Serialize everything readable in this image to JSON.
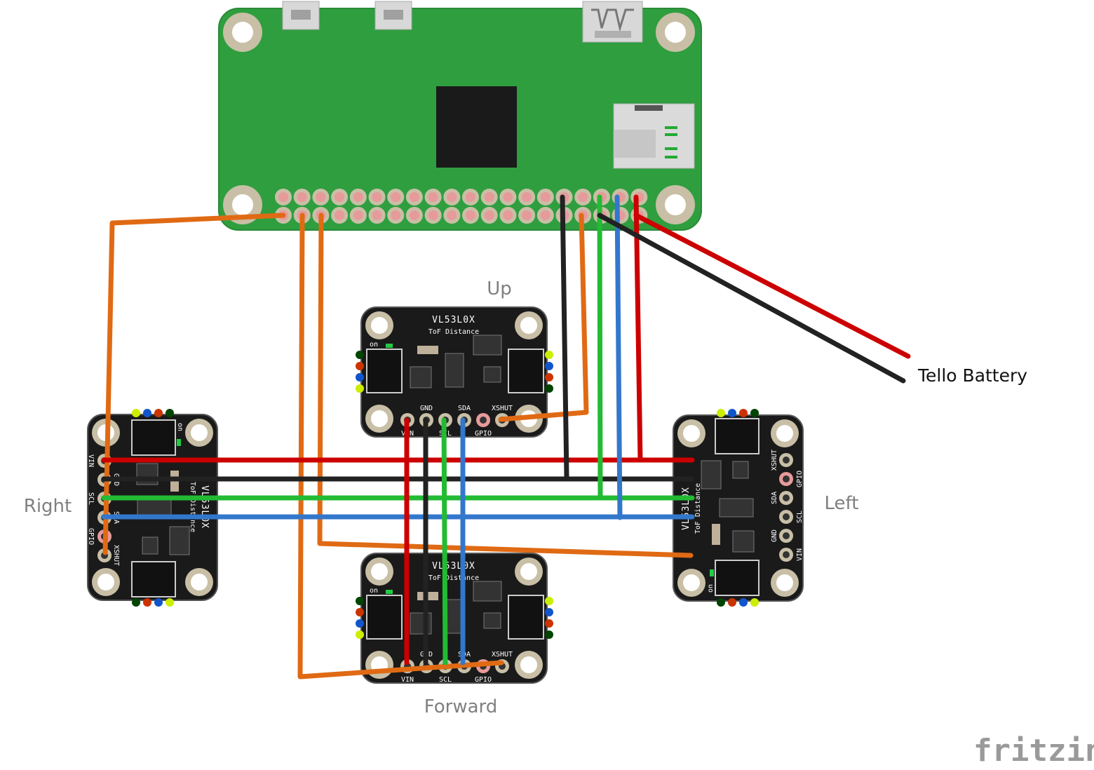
{
  "labels": {
    "up": "Up",
    "right": "Right",
    "left": "Left",
    "forward": "Forward",
    "battery": "Tello Battery",
    "brand": "fritzing"
  },
  "sensor": {
    "title": "VL53L0X",
    "subtitle": "ToF Distance",
    "pin_gnd": "GND",
    "pin_sda": "SDA",
    "pin_xshut": "XSHUT",
    "pin_vin": "VIN",
    "pin_scl": "SCL",
    "pin_gpio": "GPIO",
    "on": "on"
  },
  "colors": {
    "board_green": "#2f9e3f",
    "sensor_black": "#1a1a1a",
    "wire_red": "#cc0000",
    "wire_black": "#222222",
    "wire_green": "#22bb33",
    "wire_blue": "#3377cc",
    "wire_orange": "#e06a14"
  }
}
